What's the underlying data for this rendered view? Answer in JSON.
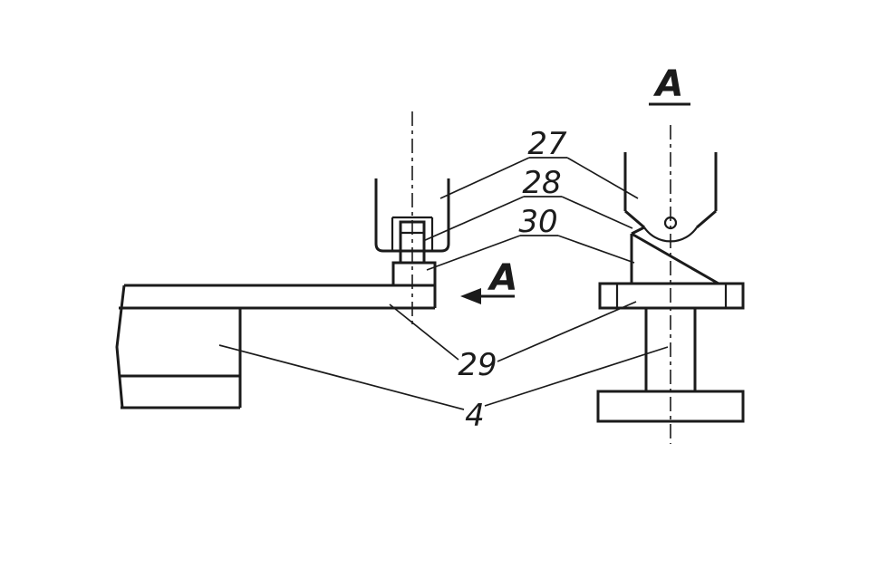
{
  "figure": {
    "background": "#ffffff",
    "line_color": "#1b1b1b",
    "section_view": {
      "title": "A"
    },
    "view_direction_arrow": {
      "label": "A",
      "direction": "left"
    },
    "part_labels": {
      "p27": "27",
      "p28": "28",
      "p30": "30",
      "p29": "29",
      "p4": "4"
    }
  }
}
